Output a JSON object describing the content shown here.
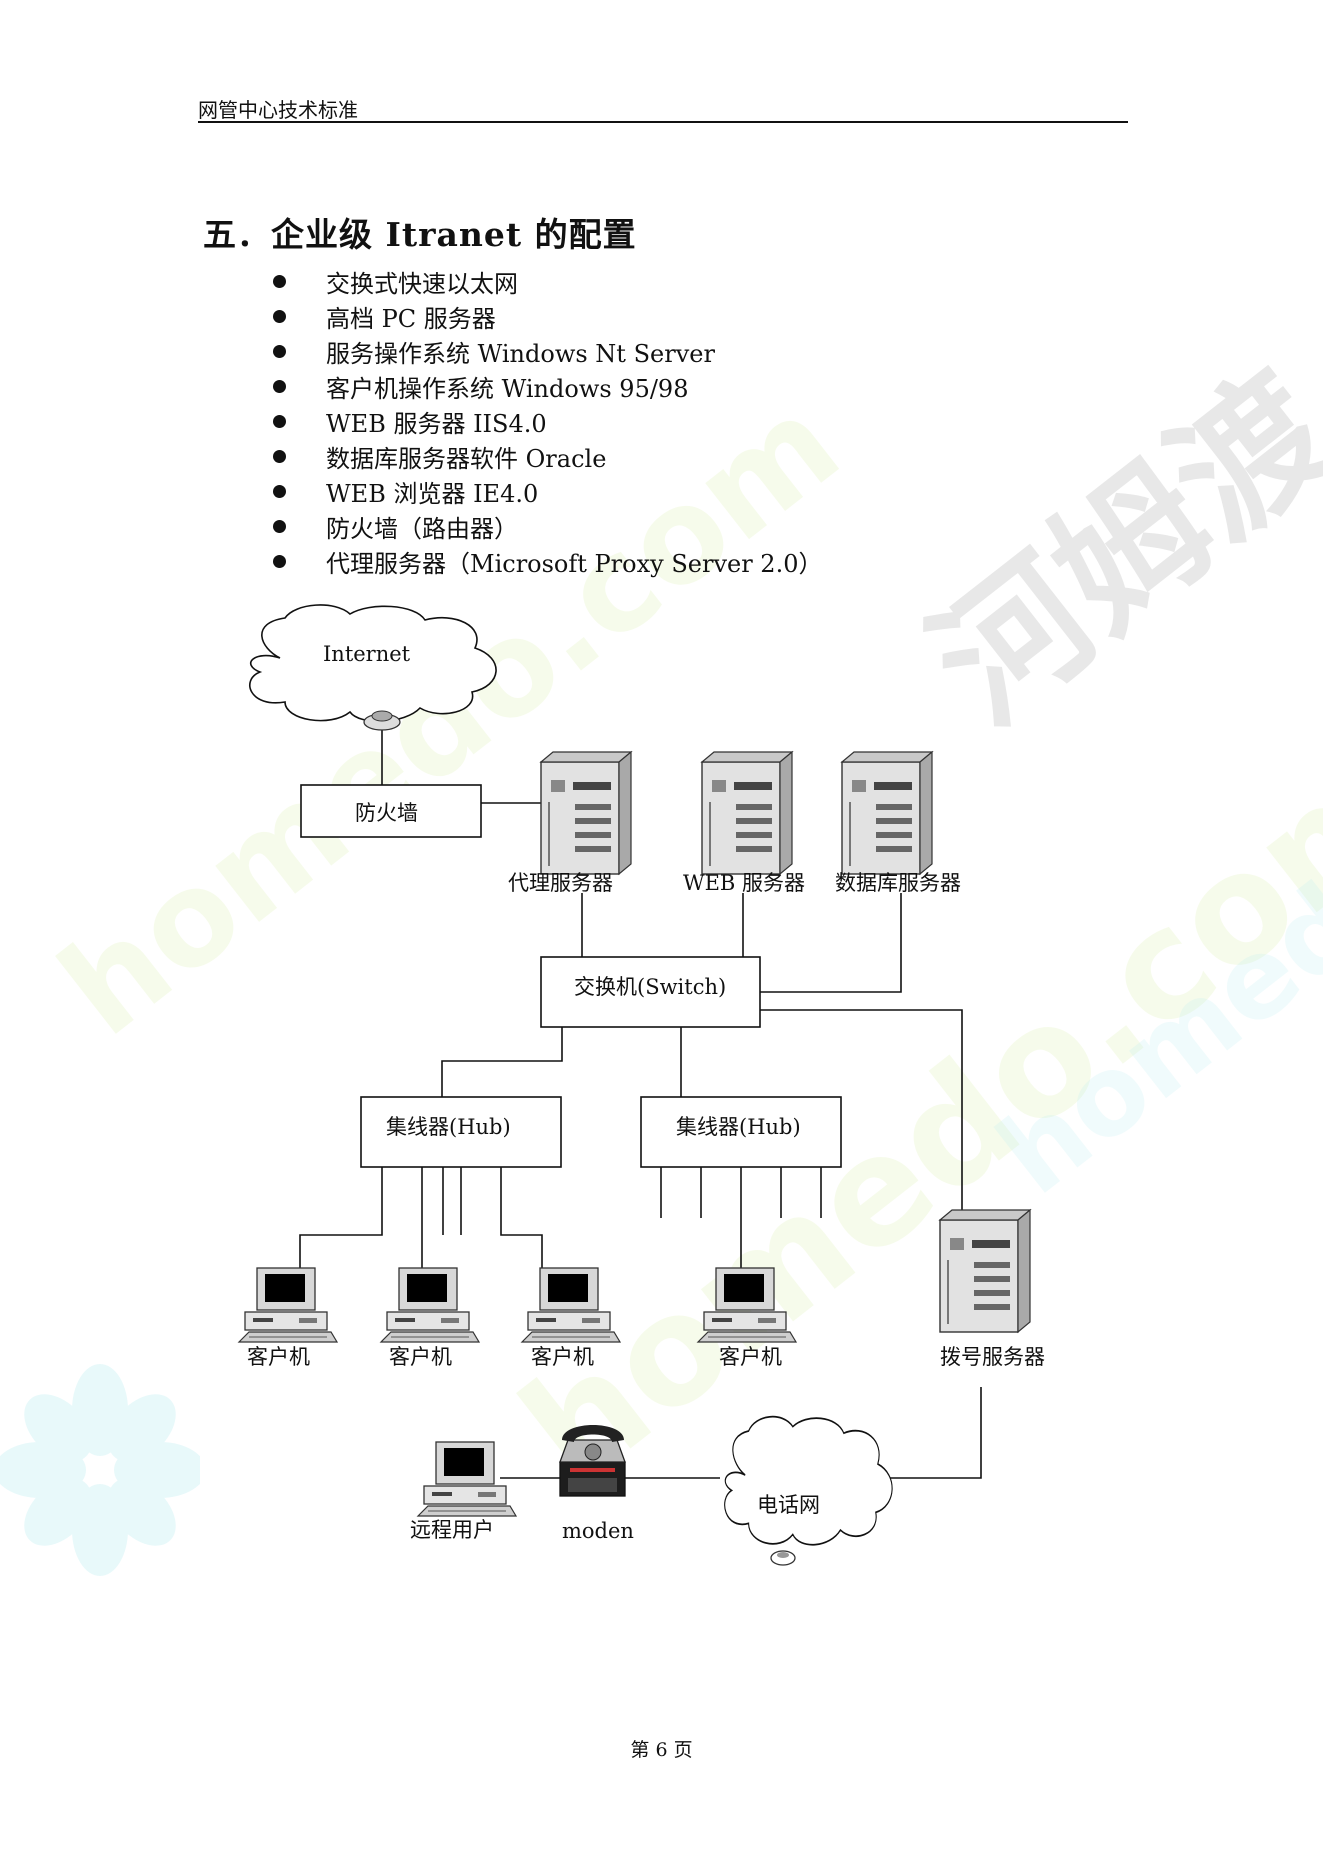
{
  "header": {
    "running_title": "网管中心技术标准"
  },
  "section": {
    "title": "五．企业级 Itranet 的配置",
    "bullets": [
      "交换式快速以太网",
      "高档 PC 服务器",
      "服务操作系统  Windows Nt Server",
      "客户机操作系统  Windows 95/98",
      "WEB  服务器  IIS4.0",
      "数据库服务器软件 Oracle",
      "WEB 浏览器 IE4.0",
      "防火墙（路由器）",
      "代理服务器（Microsoft Proxy Server 2.0）"
    ]
  },
  "diagram": {
    "internet": "Internet",
    "firewall": "防火墙",
    "proxy_server": "代理服务器",
    "web_server": "WEB  服务器",
    "db_server": "数据库服务器",
    "switch": "交换机(Switch)",
    "hub_left": "集线器(Hub)",
    "hub_right": "集线器(Hub)",
    "clients": [
      "客户机",
      "客户机",
      "客户机",
      "客户机"
    ],
    "dialup_server": "拨号服务器",
    "remote_user": "远程用户",
    "modem": "moden",
    "phone_network": "电话网"
  },
  "watermarks": {
    "brand_cn": "河姆渡",
    "site_text": "homedo.com"
  },
  "footer": {
    "page_label": "第  6  页"
  },
  "colors": {
    "watermark_green": "#d9f0a8",
    "watermark_cyan": "#bfeef2",
    "watermark_gray": "#bdbdbd"
  }
}
